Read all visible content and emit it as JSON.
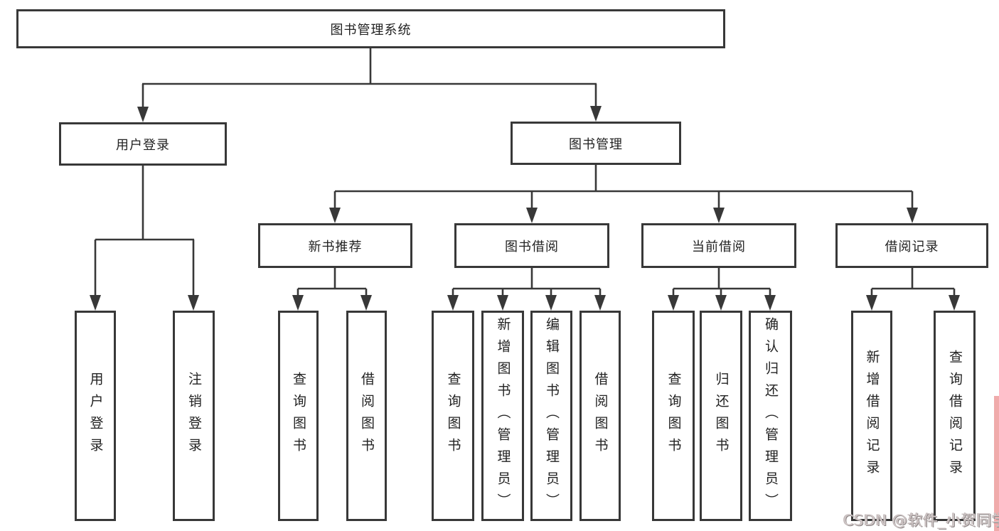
{
  "diagram_title": "图书管理系统",
  "colors": {
    "line": "#383838",
    "box_border": "#383838",
    "box_fill": "#ffffff",
    "text": "#222222",
    "background": "#ffffff",
    "watermark_text": "#cfc6c6",
    "accent_strip": "#f0abab"
  },
  "watermark": {
    "text": "CSDN @软件_小贺同学"
  },
  "tree": {
    "root": {
      "label": "图书管理系统"
    },
    "branches": [
      {
        "label": "用户登录",
        "children": [
          {
            "label": "用户登录"
          },
          {
            "label": "注销登录"
          }
        ]
      },
      {
        "label": "图书管理",
        "children": [
          {
            "label": "新书推荐",
            "children": [
              {
                "label": "查询图书"
              },
              {
                "label": "借阅图书"
              }
            ]
          },
          {
            "label": "图书借阅",
            "children": [
              {
                "label": "查询图书"
              },
              {
                "label": "新增图书（管理员）"
              },
              {
                "label": "编辑图书（管理员）"
              },
              {
                "label": "借阅图书"
              }
            ]
          },
          {
            "label": "当前借阅",
            "children": [
              {
                "label": "查询图书"
              },
              {
                "label": "归还图书"
              },
              {
                "label": "确认归还（管理员）"
              }
            ]
          },
          {
            "label": "借阅记录",
            "children": [
              {
                "label": "新增借阅记录"
              },
              {
                "label": "查询借阅记录"
              }
            ]
          }
        ]
      }
    ]
  }
}
